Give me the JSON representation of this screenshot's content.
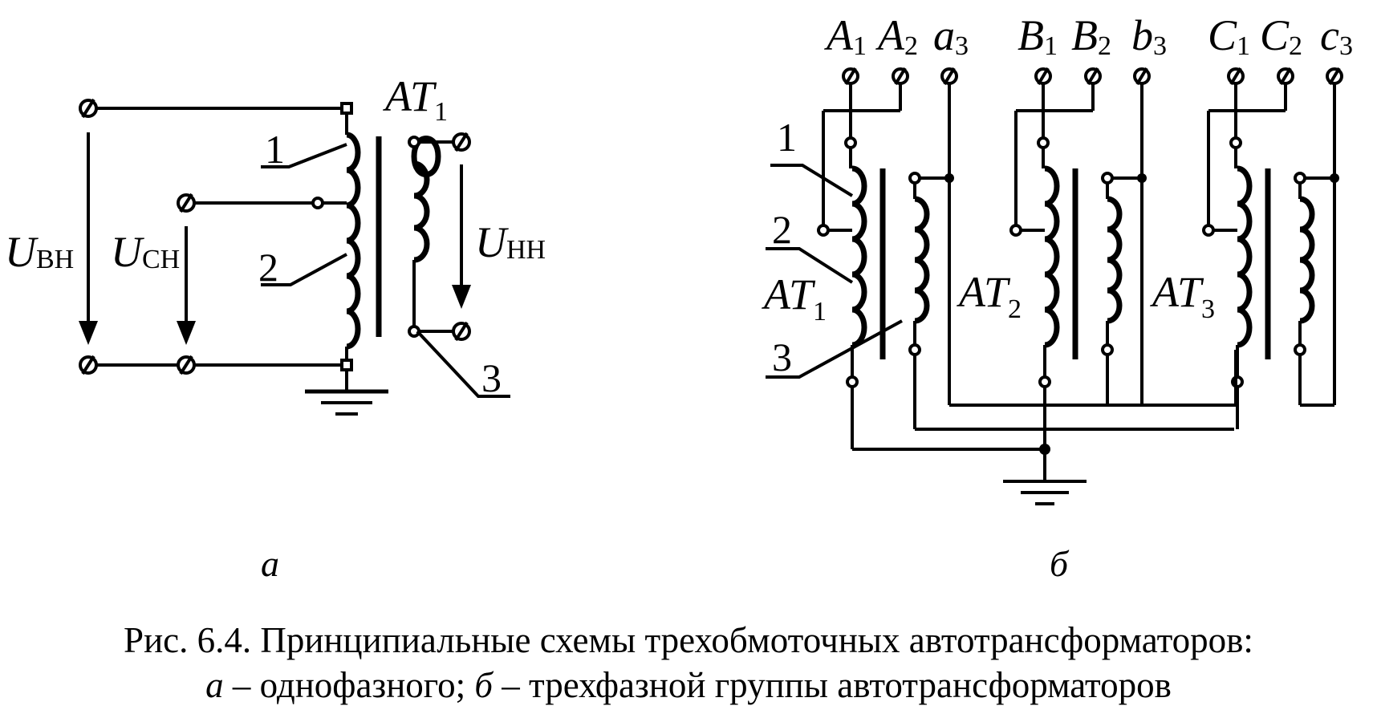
{
  "panel_a": {
    "transformer_label": "AT",
    "transformer_sub": "1",
    "voltages": {
      "high": {
        "main": "U",
        "sub": "ВН"
      },
      "medium": {
        "main": "U",
        "sub": "СН"
      },
      "low": {
        "main": "U",
        "sub": "НН"
      }
    },
    "callouts": [
      "1",
      "2",
      "3"
    ],
    "panel_letter": "а"
  },
  "panel_b": {
    "terminals": [
      {
        "main": "A",
        "sub": "1"
      },
      {
        "main": "A",
        "sub": "2"
      },
      {
        "main": "a",
        "sub": "3"
      },
      {
        "main": "B",
        "sub": "1"
      },
      {
        "main": "B",
        "sub": "2"
      },
      {
        "main": "b",
        "sub": "3"
      },
      {
        "main": "C",
        "sub": "1"
      },
      {
        "main": "C",
        "sub": "2"
      },
      {
        "main": "c",
        "sub": "3"
      }
    ],
    "transformers": [
      {
        "main": "AT",
        "sub": "1"
      },
      {
        "main": "AT",
        "sub": "2"
      },
      {
        "main": "AT",
        "sub": "3"
      }
    ],
    "callouts": [
      "1",
      "2",
      "3"
    ],
    "panel_letter": "б"
  },
  "caption": {
    "line1": "Рис. 6.4. Принципиальные схемы трехобмоточных автотрансформаторов:",
    "line2_a": "а",
    "line2_a_text": " – однофазного; ",
    "line2_b": "б",
    "line2_b_text": " – трехфазной группы автотрансформаторов"
  }
}
